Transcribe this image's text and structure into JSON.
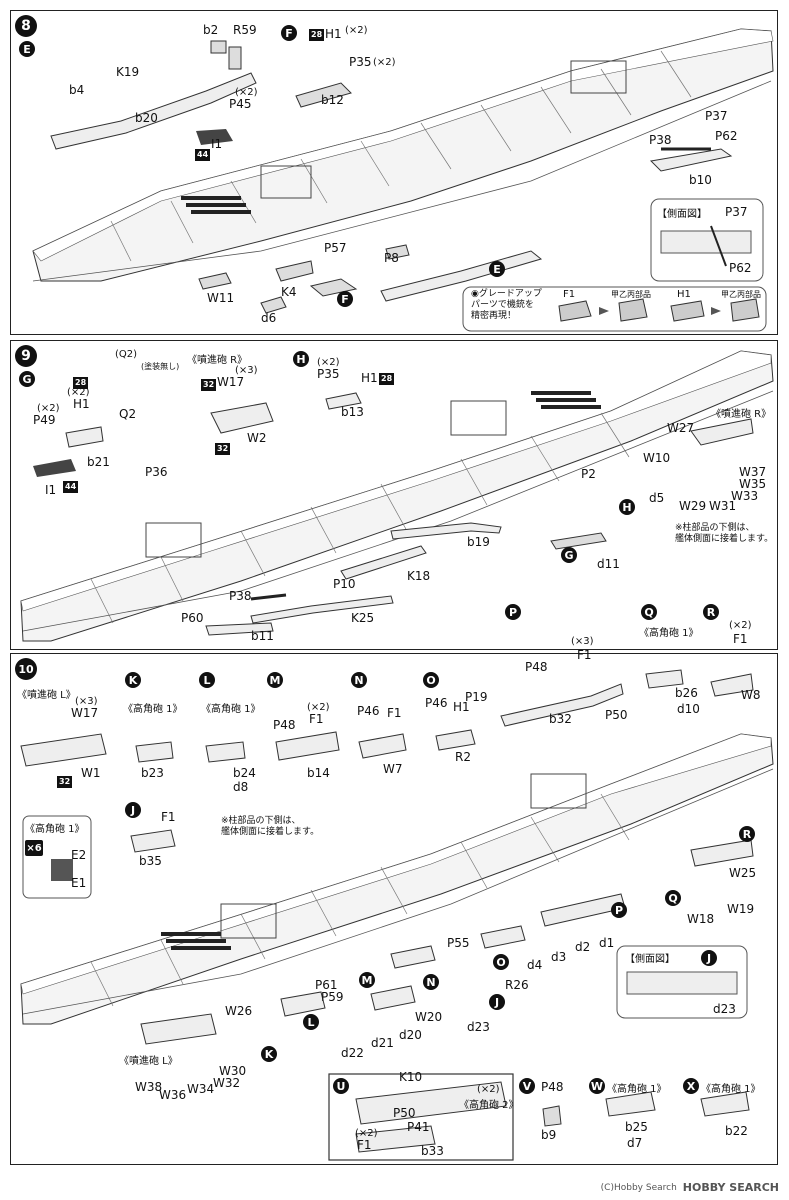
{
  "steps": {
    "s8": "8",
    "s9": "9",
    "s10": "10"
  },
  "step8": {
    "sub_e": "E",
    "sub_f": "F",
    "sub_e2": "E",
    "sub_f2": "F",
    "b2": "b2",
    "r59": "R59",
    "k19": "K19",
    "b4": "b4",
    "b20": "b20",
    "p45": "P45",
    "x2_p45": "(×2)",
    "i1": "I1",
    "badge44": "44",
    "h1": "H1",
    "h1_x2": "(×2)",
    "badge28": "28",
    "p35": "P35",
    "p35_x2": "(×2)",
    "b12": "b12",
    "p37": "P37",
    "p38": "P38",
    "p62": "P62",
    "b10": "b10",
    "p57": "P57",
    "p8": "P8",
    "k4": "K4",
    "w11": "W11",
    "d6": "d6",
    "side_title": "【側面図】",
    "side_p37": "P37",
    "side_p62": "P62",
    "upgrade_note": "◉グレードアップ\nパーツで機銃を\n精密再現！",
    "up_f1": "F1",
    "up_f1_parts": "甲乙丙部品",
    "up_h1": "H1",
    "up_h1_parts": "甲乙丙部品"
  },
  "step9": {
    "sub_g": "G",
    "sub_h": "H",
    "sub_g2": "G",
    "sub_h2": "H",
    "q2_title": "(Q2)",
    "q2_note": "(塗装無し)",
    "p49": "P49",
    "p49_x2": "(×2)",
    "h1": "H1",
    "h1_x2": "(×2)",
    "badge28": "28",
    "q2": "Q2",
    "b21": "b21",
    "i1": "I1",
    "badge44": "44",
    "rocket_r": "《噴進砲 R》",
    "w17": "W17",
    "w17_x3": "(×3)",
    "badge32": "32",
    "w2": "W2",
    "badge32b": "32",
    "p35": "P35",
    "p35_x2": "(×2)",
    "h1b": "H1",
    "badge28b": "28",
    "b13": "b13",
    "p36": "P36",
    "w10": "W10",
    "w27": "W27",
    "rocket_r2": "《噴進砲 R》",
    "p2": "P2",
    "d5": "d5",
    "w37": "W37",
    "w35": "W35",
    "w33": "W33",
    "w31": "W31",
    "w29": "W29",
    "b19": "b19",
    "pillar_note": "※柱部品の下側は、\n艦体側面に接着します。",
    "d11": "d11",
    "k18": "K18",
    "p10": "P10",
    "p38": "P38",
    "p60": "P60",
    "b11": "b11",
    "k25": "K25"
  },
  "step10": {
    "rocket_l": "《噴進砲 L》",
    "w17": "W17",
    "w17_x3": "(×3)",
    "w1": "W1",
    "badge32": "32",
    "sub_k": "K",
    "k_title": "《高角砲 1》",
    "b23": "b23",
    "sub_l": "L",
    "l_title": "《高角砲 1》",
    "b24": "b24",
    "d8": "d8",
    "sub_m": "M",
    "p48": "P48",
    "f1": "F1",
    "f1_x2": "(×2)",
    "b14": "b14",
    "sub_n": "N",
    "p46": "P46",
    "f1n": "F1",
    "w7": "W7",
    "sub_o": "O",
    "p46o": "P46",
    "h1o": "H1",
    "p19": "P19",
    "r2": "R2",
    "sub_p": "P",
    "p48p": "P48",
    "f1p": "F1",
    "f1p_x3": "(×3)",
    "b32": "b32",
    "p50": "P50",
    "sub_q": "Q",
    "q_title": "《高角砲 1》",
    "b26": "b26",
    "d10": "d10",
    "sub_r": "R",
    "f1r": "F1",
    "f1r_x2": "(×2)",
    "w8": "W8",
    "aa_title": "《高角砲 1》",
    "x6": "×6",
    "e2": "E2",
    "e1": "E1",
    "sub_j": "J",
    "f1j": "F1",
    "b35": "b35",
    "pillar_note": "※柱部品の下側は、\n艦体側面に接着します。",
    "sub_r2": "R",
    "w25": "W25",
    "w18": "W18",
    "w19": "W19",
    "sub_q2": "Q",
    "sub_p2": "P",
    "d1": "d1",
    "d2": "d2",
    "d3": "d3",
    "d4": "d4",
    "p55": "P55",
    "sub_o2": "O",
    "r26": "R26",
    "sub_j2": "J",
    "d23": "d23",
    "side_title": "【側面図】",
    "side_j": "J",
    "side_d23": "d23",
    "p61": "P61",
    "p59": "P59",
    "sub_m2": "M",
    "sub_n2": "N",
    "w20": "W20",
    "d20": "d20",
    "d21": "d21",
    "d22": "d22",
    "sub_l2": "L",
    "w26": "W26",
    "sub_k2": "K",
    "rocket_l2": "《噴進砲 L》",
    "w30": "W30",
    "w32": "W32",
    "w34": "W34",
    "w36": "W36",
    "w38": "W38",
    "sub_u": "U",
    "k10": "K10",
    "p50u": "P50",
    "p41": "P41",
    "aa2_title": "《高角砲 2》",
    "aa2_x2": "(×2)",
    "f1u": "F1",
    "f1u_x2": "(×2)",
    "b33": "b33",
    "sub_v": "V",
    "p48v": "P48",
    "b9": "b9",
    "sub_w": "W",
    "w_title": "《高角砲 1》",
    "b25": "b25",
    "d7": "d7",
    "sub_x": "X",
    "x_title": "《高角砲 1》",
    "b22": "b22"
  },
  "footer": {
    "logo": "HOBBY SEARCH",
    "credit": "(C)Hobby Search"
  }
}
